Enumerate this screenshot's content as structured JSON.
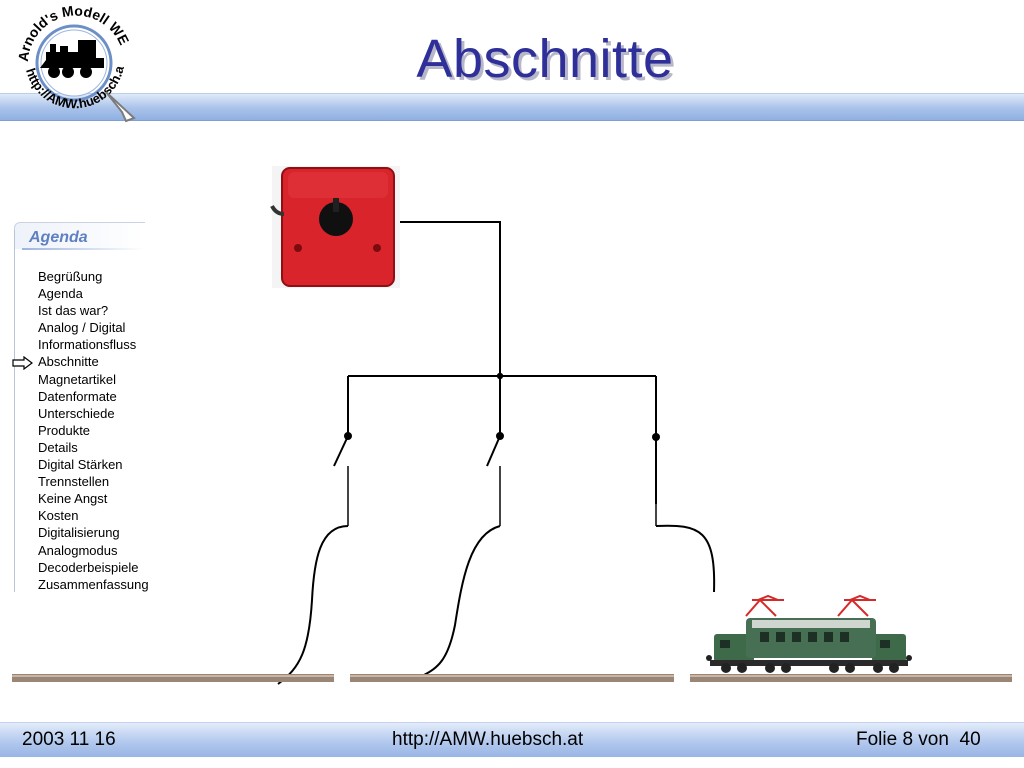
{
  "slide": {
    "title": "Abschnitte"
  },
  "logo": {
    "arc_text_top": "Arnold's Modell WEB",
    "arc_text_bottom": "http://AMW.huebsch.at"
  },
  "agenda": {
    "heading": "Agenda",
    "items": [
      "Begrüßung",
      "Agenda",
      "Ist das war?",
      "Analog / Digital",
      "Informationsfluss",
      "Abschnitte",
      "Magnetartikel",
      "Datenformate",
      "Unterschiede",
      "Produkte",
      "Details",
      "Digital Stärken",
      "Trennstellen",
      "Keine Angst",
      "Kosten",
      "Digitalisierung",
      "Analogmodus",
      "Decoderbeispiele",
      "Zusammenfassung"
    ],
    "current_index": 5
  },
  "footer": {
    "date": "2003 11 16",
    "url": "http://AMW.huebsch.at",
    "page": "Folie 8 von  40"
  },
  "colors": {
    "title": "#2f2f9a",
    "band": "#a9c2ea",
    "controller": "#d8242a",
    "locomotive": "#3e6a4a",
    "pantograph": "#d42a2a",
    "rail": "#9b8676"
  }
}
